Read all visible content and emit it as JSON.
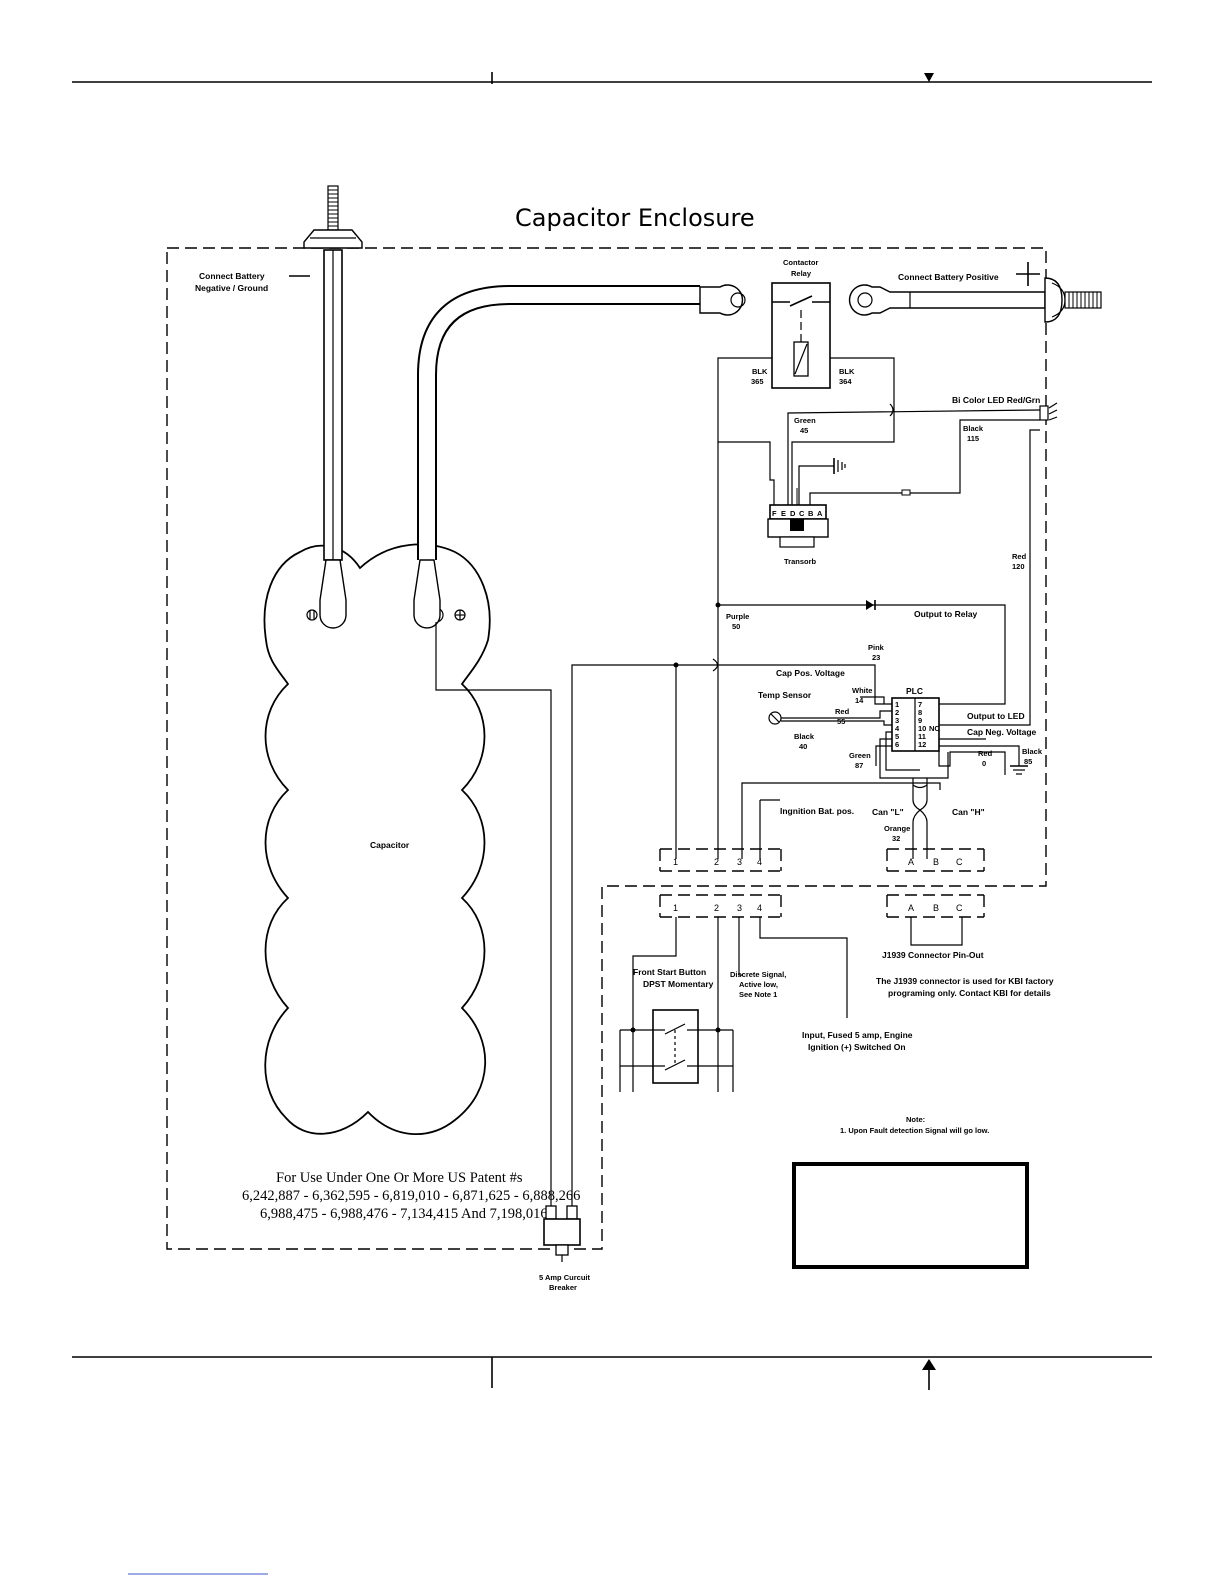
{
  "title": "Capacitor Enclosure",
  "labels": {
    "battery_negative": [
      "Connect Battery",
      "Negative / Ground"
    ],
    "battery_positive": "Connect Battery Positive",
    "contactor": [
      "Contactor",
      "Relay"
    ],
    "blk365": [
      "BLK",
      "365"
    ],
    "blk364": [
      "BLK",
      "364"
    ],
    "bi_color_led": "Bi Color LED Red/Grn",
    "black115": [
      "Black",
      "115"
    ],
    "green45": [
      "Green",
      "45"
    ],
    "transorb": "Transorb",
    "red120": [
      "Red",
      "120"
    ],
    "purple50": [
      "Purple",
      "50"
    ],
    "output_relay": "Output to Relay",
    "pink23": [
      "Pink",
      "23"
    ],
    "cap_pos_voltage": "Cap Pos. Voltage",
    "temp_sensor": "Temp Sensor",
    "white14": [
      "White",
      "14"
    ],
    "red55": [
      "Red",
      "55"
    ],
    "black40": [
      "Black",
      "40"
    ],
    "green87": [
      "Green",
      "87"
    ],
    "plc": "PLC",
    "output_led": "Output to LED",
    "cap_neg_voltage": "Cap Neg. Voltage",
    "red0": [
      "Red",
      "0"
    ],
    "black85": [
      "Black",
      "85"
    ],
    "ignition": "Ingnition Bat. pos.",
    "can_l": "Can \"L\"",
    "can_h": "Can \"H\"",
    "orange32": [
      "Orange",
      "32"
    ],
    "capacitor": "Capacitor",
    "front_start": [
      "Front Start Button",
      "DPST Momentary"
    ],
    "discrete": [
      "Discrete Signal,",
      "Active low,",
      "See Note 1"
    ],
    "input_fused": [
      "Input, Fused 5 amp, Engine",
      "Ignition (+) Switched On"
    ],
    "j1939_pinout": "J1939 Connector Pin-Out",
    "j1939_note": [
      "The J1939 connector is used for KBI factory",
      "programing only. Contact KBI for details"
    ],
    "note_title": "Note:",
    "note_text": "1. Upon Fault detection Signal will go low.",
    "breaker": [
      "5 Amp Curcuit",
      "Breaker"
    ],
    "patents": [
      "For Use Under One Or More US Patent #s",
      "6,242,887 - 6,362,595 - 6,819,010 - 6,871,625 - 6,888,266",
      "6,988,475 - 6,988,476 - 7,134,415 And 7,198,016"
    ]
  },
  "plc_pins_left": [
    "1",
    "2",
    "3",
    "4",
    "5",
    "6"
  ],
  "plc_pins_right": [
    "7",
    "8",
    "9",
    "10",
    "11",
    "12"
  ],
  "plc_nc": "NC",
  "transorb_pins": [
    "F",
    "E",
    "D",
    "C",
    "B",
    "A"
  ],
  "connector_pins": [
    "1",
    "2",
    "3",
    "4"
  ],
  "j1939_pins": [
    "A",
    "B",
    "C"
  ]
}
